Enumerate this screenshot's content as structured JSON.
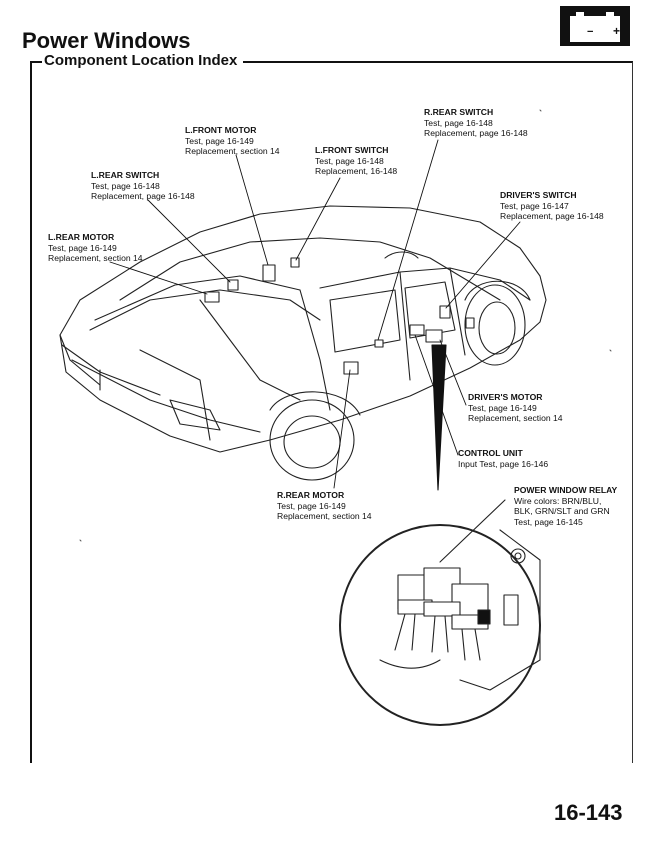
{
  "header": {
    "title": "Power Windows",
    "section": "Component Location Index"
  },
  "battery_icon": {
    "minus": "−",
    "plus": "+"
  },
  "callouts": {
    "r_rear_switch": {
      "title": "R.REAR SWITCH",
      "line1": "Test, page 16-148",
      "line2": "Replacement, page 16-148"
    },
    "l_front_motor": {
      "title": "L.FRONT MOTOR",
      "line1": "Test, page 16-149",
      "line2": "Replacement, section 14"
    },
    "l_front_switch": {
      "title": "L.FRONT SWITCH",
      "line1": "Test, page 16-148",
      "line2": "Replacement, 16-148"
    },
    "l_rear_switch": {
      "title": "L.REAR SWITCH",
      "line1": "Test, page 16-148",
      "line2": "Replacement, page 16-148"
    },
    "drivers_switch": {
      "title": "DRIVER'S SWITCH",
      "line1": "Test, page 16-147",
      "line2": "Replacement, page 16-148"
    },
    "l_rear_motor": {
      "title": "L.REAR MOTOR",
      "line1": "Test, page 16-149",
      "line2": "Replacement, section 14"
    },
    "drivers_motor": {
      "title": "DRIVER'S MOTOR",
      "line1": "Test, page 16-149",
      "line2": "Replacement, section 14"
    },
    "control_unit": {
      "title": "CONTROL UNIT",
      "line1": "Input Test, page 16-146"
    },
    "r_rear_motor": {
      "title": "R.REAR MOTOR",
      "line1": "Test, page 16-149",
      "line2": "Replacement, section 14"
    },
    "power_window_relay": {
      "title": "POWER WINDOW RELAY",
      "line1": "Wire colors: BRN/BLU,",
      "line2": "BLK, GRN/SLT and GRN",
      "line3": "Test, page 16-145"
    }
  },
  "footer": {
    "page_number": "16-143"
  }
}
